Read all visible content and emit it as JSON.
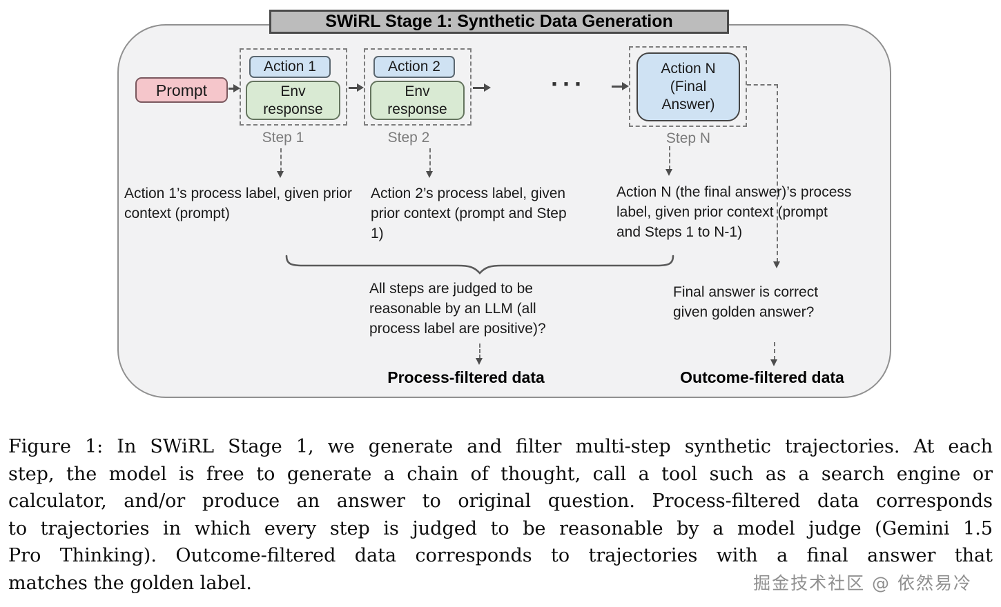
{
  "diagram": {
    "title": "SWiRL Stage 1: Synthetic Data Generation",
    "prompt": "Prompt",
    "steps": [
      {
        "action": "Action 1",
        "env": "Env response",
        "label": "Step 1"
      },
      {
        "action": "Action 2",
        "env": "Env response",
        "label": "Step 2"
      }
    ],
    "ellipsis": "···",
    "final_step": {
      "action": "Action N (Final Answer)",
      "label": "Step N"
    },
    "process_labels": [
      "Action 1’s process label, given prior context (prompt)",
      "Action 2’s process label, given prior context (prompt and Step 1)",
      "Action N (the final answer)’s process label, given prior context (prompt and Steps 1 to N-1)"
    ],
    "judge_question": "All steps are judged to be reasonable by an LLM (all process label are positive)?",
    "process_filtered": "Process-filtered data",
    "final_question": "Final answer is correct given golden answer?",
    "outcome_filtered": "Outcome-filtered data"
  },
  "caption": {
    "lines": [
      "Figure 1: In SWiRL Stage 1, we generate and filter multi-step synthetic trajectories. At each",
      "step, the model is free to generate a chain of thought, call a tool such as a search engine or",
      "calculator, and/or produce an answer to original question. Process-filtered data corresponds",
      "to trajectories in which every step is judged to be reasonable by a model judge (Gemini 1.5",
      "Pro Thinking). Outcome-filtered data corresponds to trajectories with a final answer that",
      "matches the golden label."
    ]
  },
  "watermark": "掘金技术社区 @ 依然易冷",
  "colors": {
    "prompt_fill": "#f5c6cb",
    "action_fill": "#cfe2f3",
    "env_fill": "#d9ead3",
    "title_fill": "#bcbcbc",
    "frame_fill": "#f2f2f3",
    "line": "#4d4d4d"
  }
}
